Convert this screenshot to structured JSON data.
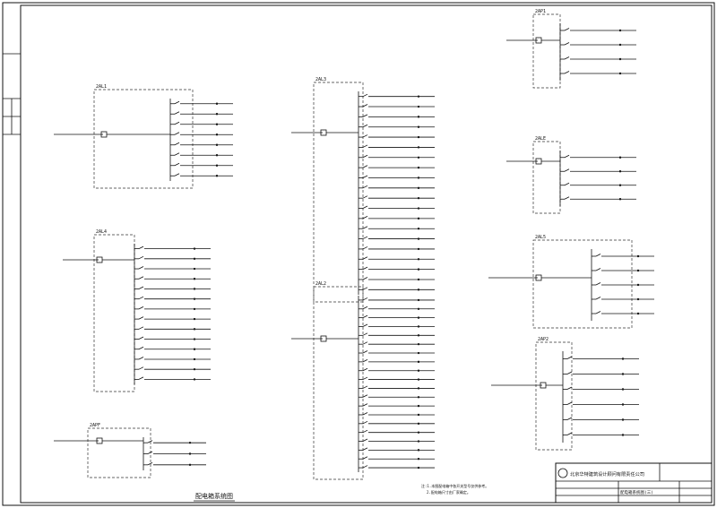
{
  "drawing": {
    "title": "配电箱系统图",
    "company": "北京华特建筑设计顾问有限责任公司",
    "sheet_title": "配电箱系统图(三)"
  },
  "panels": [
    {
      "id": "2AL1",
      "rows": 8
    },
    {
      "id": "2AL4",
      "rows": 14
    },
    {
      "id": "2AL3",
      "rows": 20
    },
    {
      "id": "2AL2",
      "rows": 20
    },
    {
      "id": "2AP1",
      "rows": 4
    },
    {
      "id": "2ALE",
      "rows": 4
    },
    {
      "id": "2AL5",
      "rows": 5
    },
    {
      "id": "2AP2",
      "rows": 6
    },
    {
      "id": "2APF",
      "rows": 3
    }
  ],
  "notes": {
    "line1": "注:1.本图配电箱中各开关型号仅供参考。",
    "line2": "2.配电箱尺寸由厂家确定。"
  },
  "colors": {
    "ink": "#111111",
    "paper": "#ffffff"
  }
}
